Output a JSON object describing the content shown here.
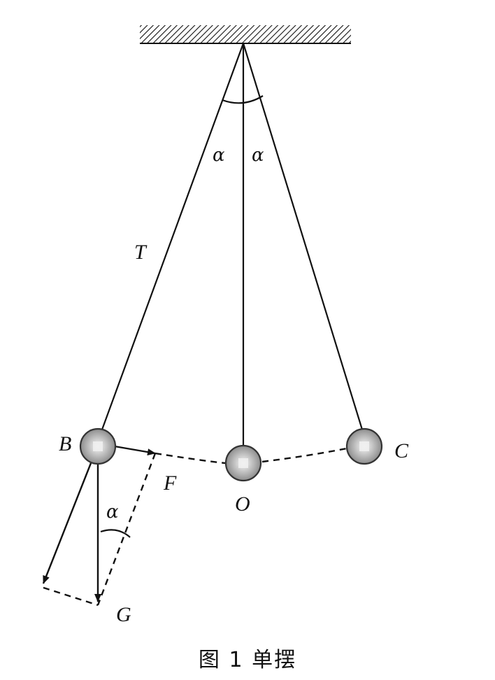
{
  "labels": {
    "angle_left": "α",
    "angle_right": "α",
    "angle_g": "α",
    "tension": "T",
    "point_b": "B",
    "point_c": "C",
    "point_o": "O",
    "force_f": "F",
    "force_g": "G"
  },
  "caption": "图 1  单摆",
  "colors": {
    "line": "#111111",
    "bob_light": "#f2f2f2",
    "bob_mid": "#b5b5b5",
    "bob_dark": "#6a6a6a"
  }
}
